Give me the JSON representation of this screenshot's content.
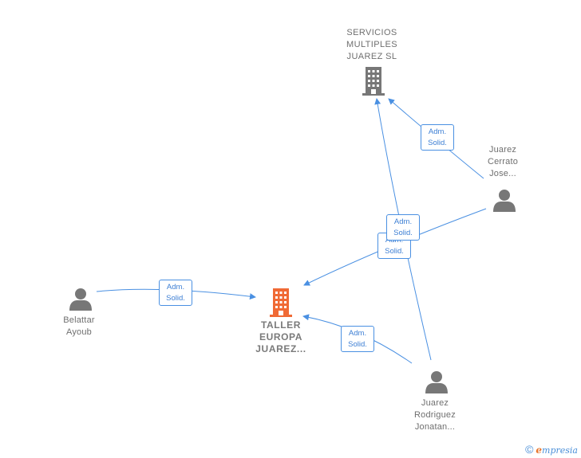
{
  "nodes": {
    "servicios": {
      "lines": [
        "SERVICIOS",
        "MULTIPLES",
        "JUAREZ  SL"
      ],
      "icon": "building-icon",
      "color": "#777777"
    },
    "taller": {
      "lines": [
        "TALLER",
        "EUROPA",
        "JUAREZ..."
      ],
      "icon": "building-icon",
      "color": "#f06a35"
    },
    "belattar": {
      "lines": [
        "Belattar",
        "Ayoub"
      ],
      "icon": "person-icon",
      "color": "#777777"
    },
    "cerrato": {
      "lines": [
        "Juarez",
        "Cerrato",
        "Jose..."
      ],
      "icon": "person-icon",
      "color": "#777777"
    },
    "jonatan": {
      "lines": [
        "Juarez",
        "Rodriguez",
        "Jonatan..."
      ],
      "icon": "person-icon",
      "color": "#777777"
    }
  },
  "relations": [
    {
      "from": "belattar",
      "to": "taller",
      "line1": "Adm.",
      "line2": "Solid."
    },
    {
      "from": "cerrato",
      "to": "servicios",
      "line1": "Adm.",
      "line2": "Solid."
    },
    {
      "from": "cerrato",
      "to": "taller",
      "line1": "Adm.",
      "line2": "Solid."
    },
    {
      "from": "jonatan",
      "to": "servicios",
      "line1": "Adm.",
      "line2": "Solid."
    },
    {
      "from": "jonatan",
      "to": "taller",
      "line1": "Adm.",
      "line2": "Solid."
    }
  ],
  "colors": {
    "edge": "#4a90e2",
    "badge_text": "#3d7fd4"
  },
  "brand": {
    "symbol": "©",
    "e": "e",
    "rest": "mpresia"
  }
}
